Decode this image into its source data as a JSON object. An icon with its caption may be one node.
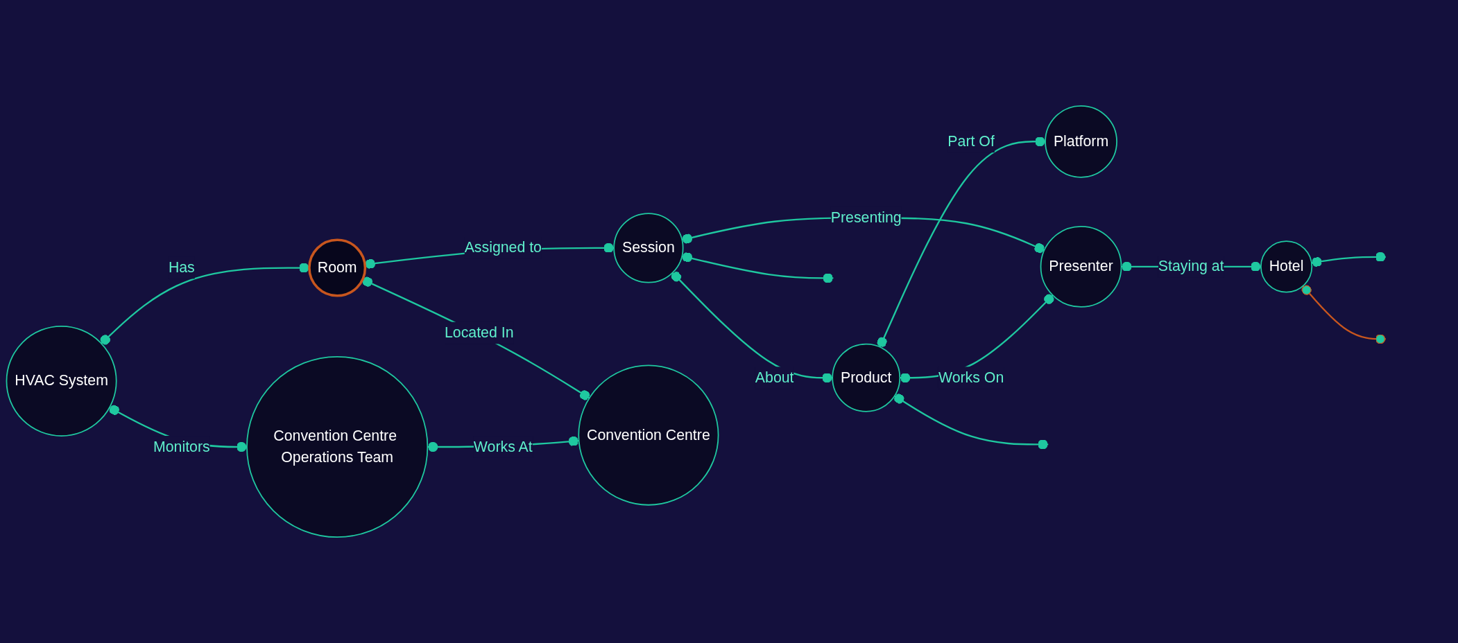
{
  "diagram": {
    "nodes": [
      {
        "text": [
          "HVAC System"
        ]
      },
      {
        "text": [
          "Room"
        ]
      },
      {
        "text": [
          "Session"
        ]
      },
      {
        "text": [
          "Product"
        ]
      },
      {
        "text": [
          "Platform"
        ]
      },
      {
        "text": [
          "Hotel"
        ]
      },
      {
        "text": [
          "Convention Centre Operations Team"
        ]
      },
      {
        "text": [
          "Convention Centre"
        ]
      },
      {
        "text": [
          "Presenter"
        ]
      }
    ],
    "edges": [
      {
        "from": 0,
        "to": 1,
        "label": "Has",
        "arrow": "other"
      },
      {
        "from": 1,
        "to": 2,
        "label": "Assigned to",
        "arrow": "other"
      },
      {
        "from": 2,
        "to": 3,
        "label": "About",
        "arrow": "other"
      },
      {
        "from": 3,
        "to": 4,
        "label": "Part Of",
        "arrow": "other"
      },
      {
        "from": 0,
        "to": 6,
        "label": "Monitors",
        "arrow": "other"
      },
      {
        "from": 1,
        "to": 7,
        "label": "Located In",
        "arrow": "other"
      },
      {
        "from": 6,
        "to": 7,
        "label": "Works At",
        "arrow": "other"
      },
      {
        "from": 2,
        "to": 8,
        "label": "Presenting",
        "arrow": "other"
      },
      {
        "from": 3,
        "to": 8,
        "label": "Works On",
        "arrow": "other"
      },
      {
        "from": 8,
        "to": 5,
        "label": "Staying at",
        "arrow": "other"
      },
      {
        "from": 2,
        "to": null,
        "arrow": "other"
      },
      {
        "from": 3,
        "to": null,
        "arrow": "other"
      },
      {
        "from": 5,
        "to": null,
        "arrow": "other"
      },
      {
        "from": 5,
        "to": null,
        "arrow": "other",
        "color": "#c8561e"
      }
    ]
  }
}
